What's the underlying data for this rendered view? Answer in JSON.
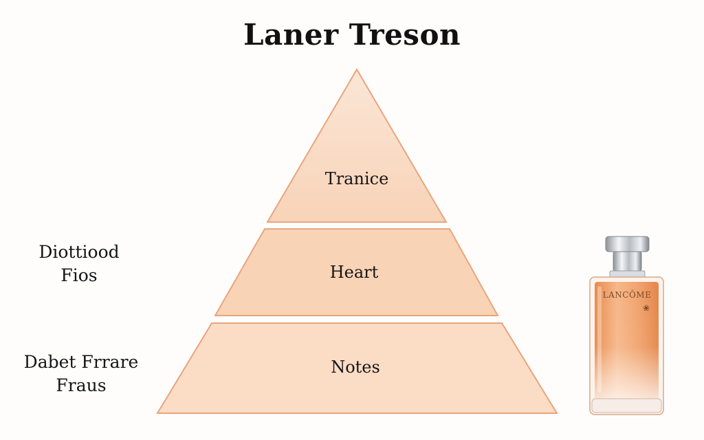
{
  "title": "Laner Treson",
  "pyramid": {
    "tiers": [
      {
        "label": "Tranice"
      },
      {
        "label": "Heart"
      },
      {
        "label": "Notes"
      }
    ]
  },
  "side_labels": {
    "upper": [
      "Diottiood",
      "Fios"
    ],
    "lower": [
      "Dabet Frrare",
      "Fraus"
    ]
  },
  "bottle": {
    "brand": "LANCÔME"
  },
  "colors": {
    "tier_fill": "#f9d6bd",
    "tier_fill_light": "#fbe3d2",
    "outline": "#e9a47c",
    "bottle_liquid": "#f0a36a",
    "cap_silver": "#c9cdd2"
  }
}
